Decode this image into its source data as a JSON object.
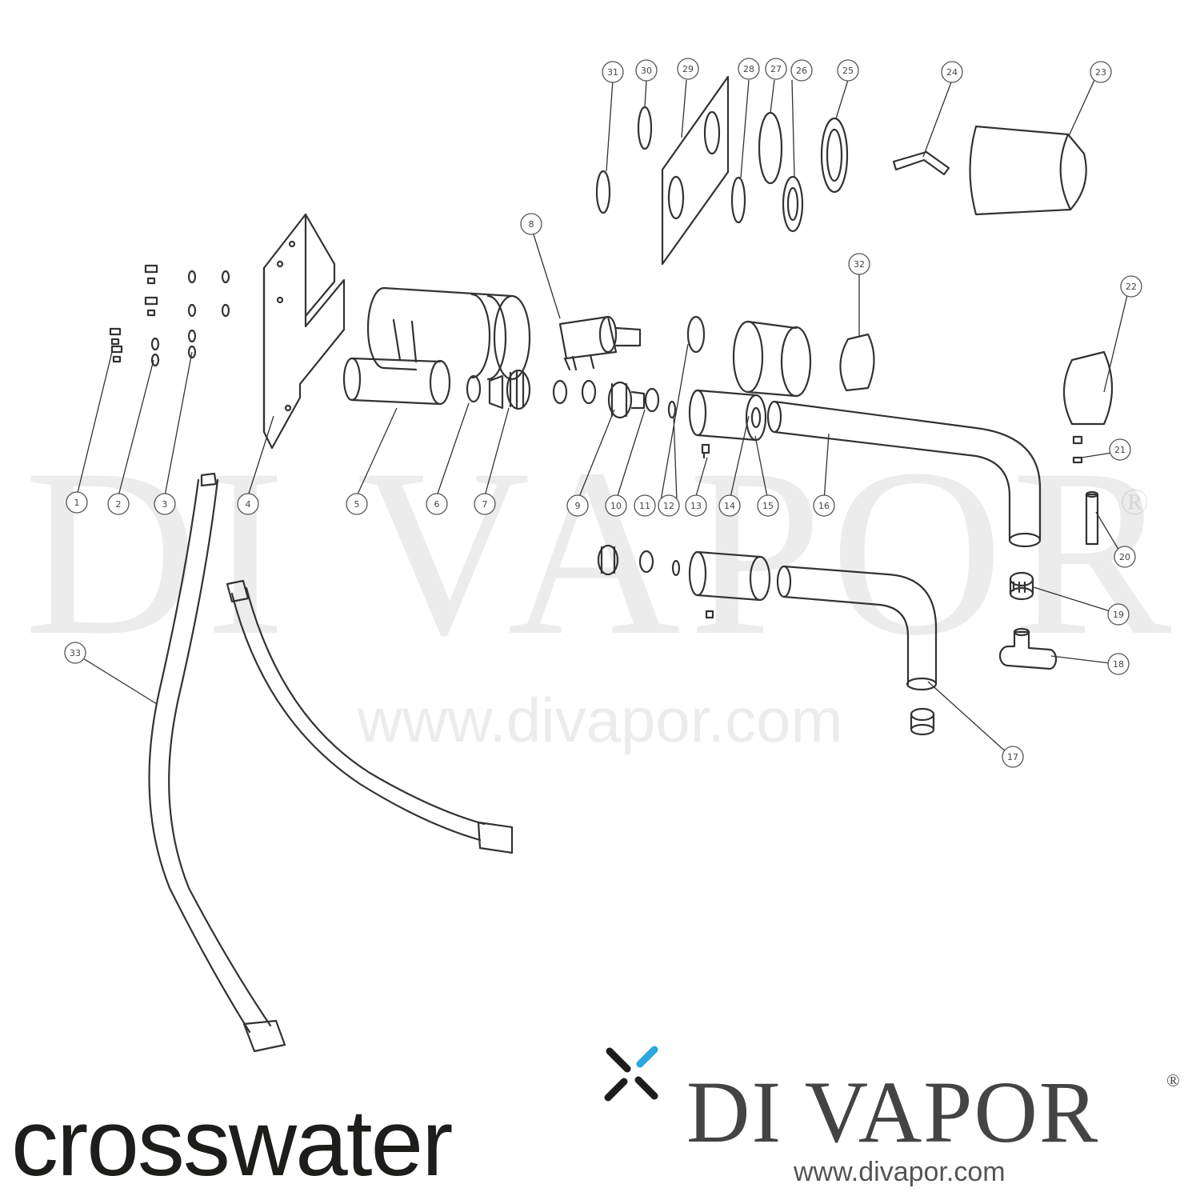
{
  "callouts": [
    "1",
    "2",
    "3",
    "4",
    "5",
    "6",
    "7",
    "8",
    "9",
    "10",
    "11",
    "12",
    "13",
    "14",
    "15",
    "16",
    "17",
    "18",
    "19",
    "20",
    "21",
    "22",
    "23",
    "24",
    "25",
    "26",
    "27",
    "28",
    "29",
    "30",
    "31",
    "32",
    "33"
  ],
  "watermark": {
    "text": "DI VAPOR",
    "registered": "®",
    "url": "www.divapor.com"
  },
  "brand": {
    "crosswater": "crosswater",
    "divapor": "DI VAPOR",
    "divapor_registered": "®",
    "divapor_url": "www.divapor.com"
  },
  "colors": {
    "line": "#333333",
    "callout_fill": "#ffffff",
    "crosswater_text": "#1d1d1b",
    "crosswater_x_dark": "#1d1d1b",
    "crosswater_x_blue": "#2aa8e0",
    "divapor_text": "#444444"
  }
}
